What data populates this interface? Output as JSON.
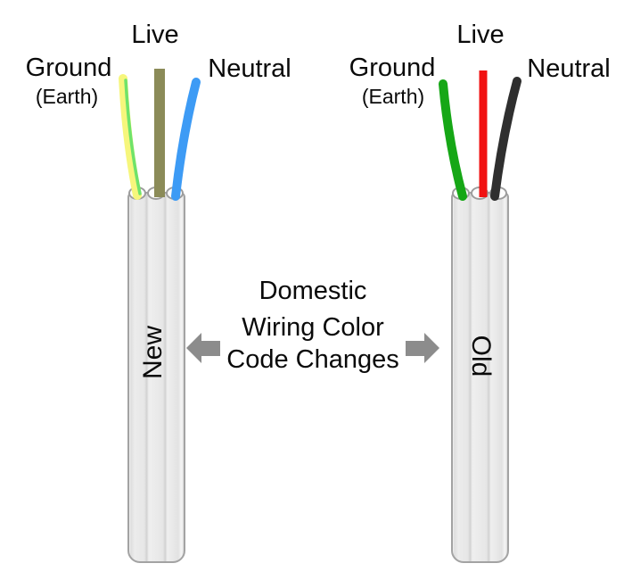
{
  "title": {
    "line1": "Domestic",
    "line2": "Wiring Color",
    "line3": "Code Changes"
  },
  "arrow_color": "#8c8c8c",
  "cables": {
    "new": {
      "label": "New",
      "ground_label": "Ground",
      "earth_label": "(Earth)",
      "live_label": "Live",
      "neutral_label": "Neutral",
      "wire_colors": {
        "ground": "#f6f67c",
        "ground_stripe": "#6fe36a",
        "live": "#8b8b58",
        "neutral": "#3d9bf5"
      }
    },
    "old": {
      "label": "Old",
      "ground_label": "Ground",
      "earth_label": "(Earth)",
      "live_label": "Live",
      "neutral_label": "Neutral",
      "wire_colors": {
        "ground": "#16a716",
        "live": "#f11212",
        "neutral": "#2f2f2f"
      }
    }
  },
  "cable_style": {
    "body": "#e7e7e7",
    "border": "#a3a3a3",
    "core_end": "#fcfcfc"
  }
}
